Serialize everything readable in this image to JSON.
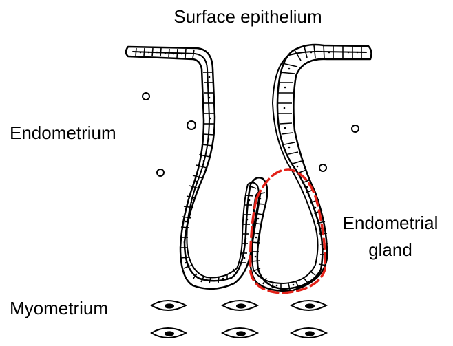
{
  "labels": {
    "surface_epithelium": "Surface epithelium",
    "endometrium": "Endometrium",
    "endometrial_gland_line1": "Endometrial",
    "endometrial_gland_line2": "gland",
    "myometrium": "Myometrium"
  },
  "colors": {
    "line": "#000000",
    "highlight": "#e32219",
    "background": "#ffffff"
  }
}
